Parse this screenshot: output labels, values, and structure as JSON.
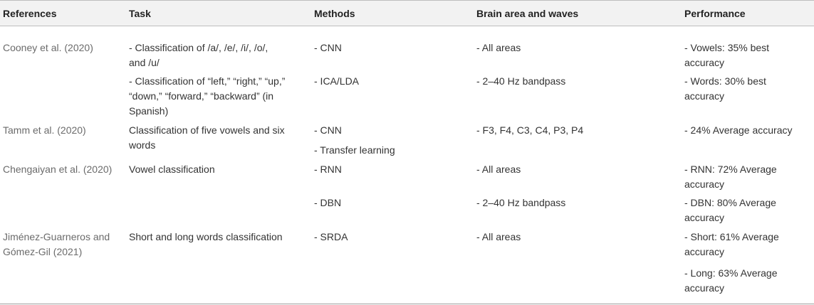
{
  "table": {
    "headers": [
      "References",
      "Task",
      "Methods",
      "Brain area and waves",
      "Performance"
    ],
    "rows": [
      {
        "reference": "Cooney et al. (2020)",
        "tasks": [
          "- Classification of /a/, /e/, /i/, /o/, and /u/",
          "- Classification of “left,” “right,” “up,” “down,” “forward,” “backward” (in Spanish)"
        ],
        "methods": [
          "- CNN",
          "- ICA/LDA"
        ],
        "brain": [
          "- All areas",
          "- 2–40 Hz bandpass"
        ],
        "performance": [
          "- Vowels: 35% best accuracy",
          "- Words: 30% best accuracy"
        ]
      },
      {
        "reference": "Tamm et al. (2020)",
        "tasks": [
          "Classification of five vowels and six words"
        ],
        "methods": [
          "- CNN",
          "- Transfer learning"
        ],
        "brain": [
          "- F3, F4, C3, C4, P3, P4"
        ],
        "performance": [
          "- 24% Average accuracy"
        ]
      },
      {
        "reference": "Chengaiyan et al. (2020)",
        "tasks": [
          "Vowel classification"
        ],
        "methods": [
          "- RNN",
          "- DBN"
        ],
        "brain": [
          "- All areas",
          "- 2–40 Hz bandpass"
        ],
        "performance": [
          "- RNN: 72% Average accuracy",
          "- DBN: 80% Average accuracy"
        ]
      },
      {
        "reference": "Jiménez-Guarneros and Gómez-Gil (2021)",
        "tasks": [
          "Short and long words classification"
        ],
        "methods": [
          "- SRDA"
        ],
        "brain": [
          "- All areas"
        ],
        "performance": [
          "- Short: 61% Average accuracy",
          "- Long: 63% Average accuracy"
        ]
      }
    ]
  }
}
